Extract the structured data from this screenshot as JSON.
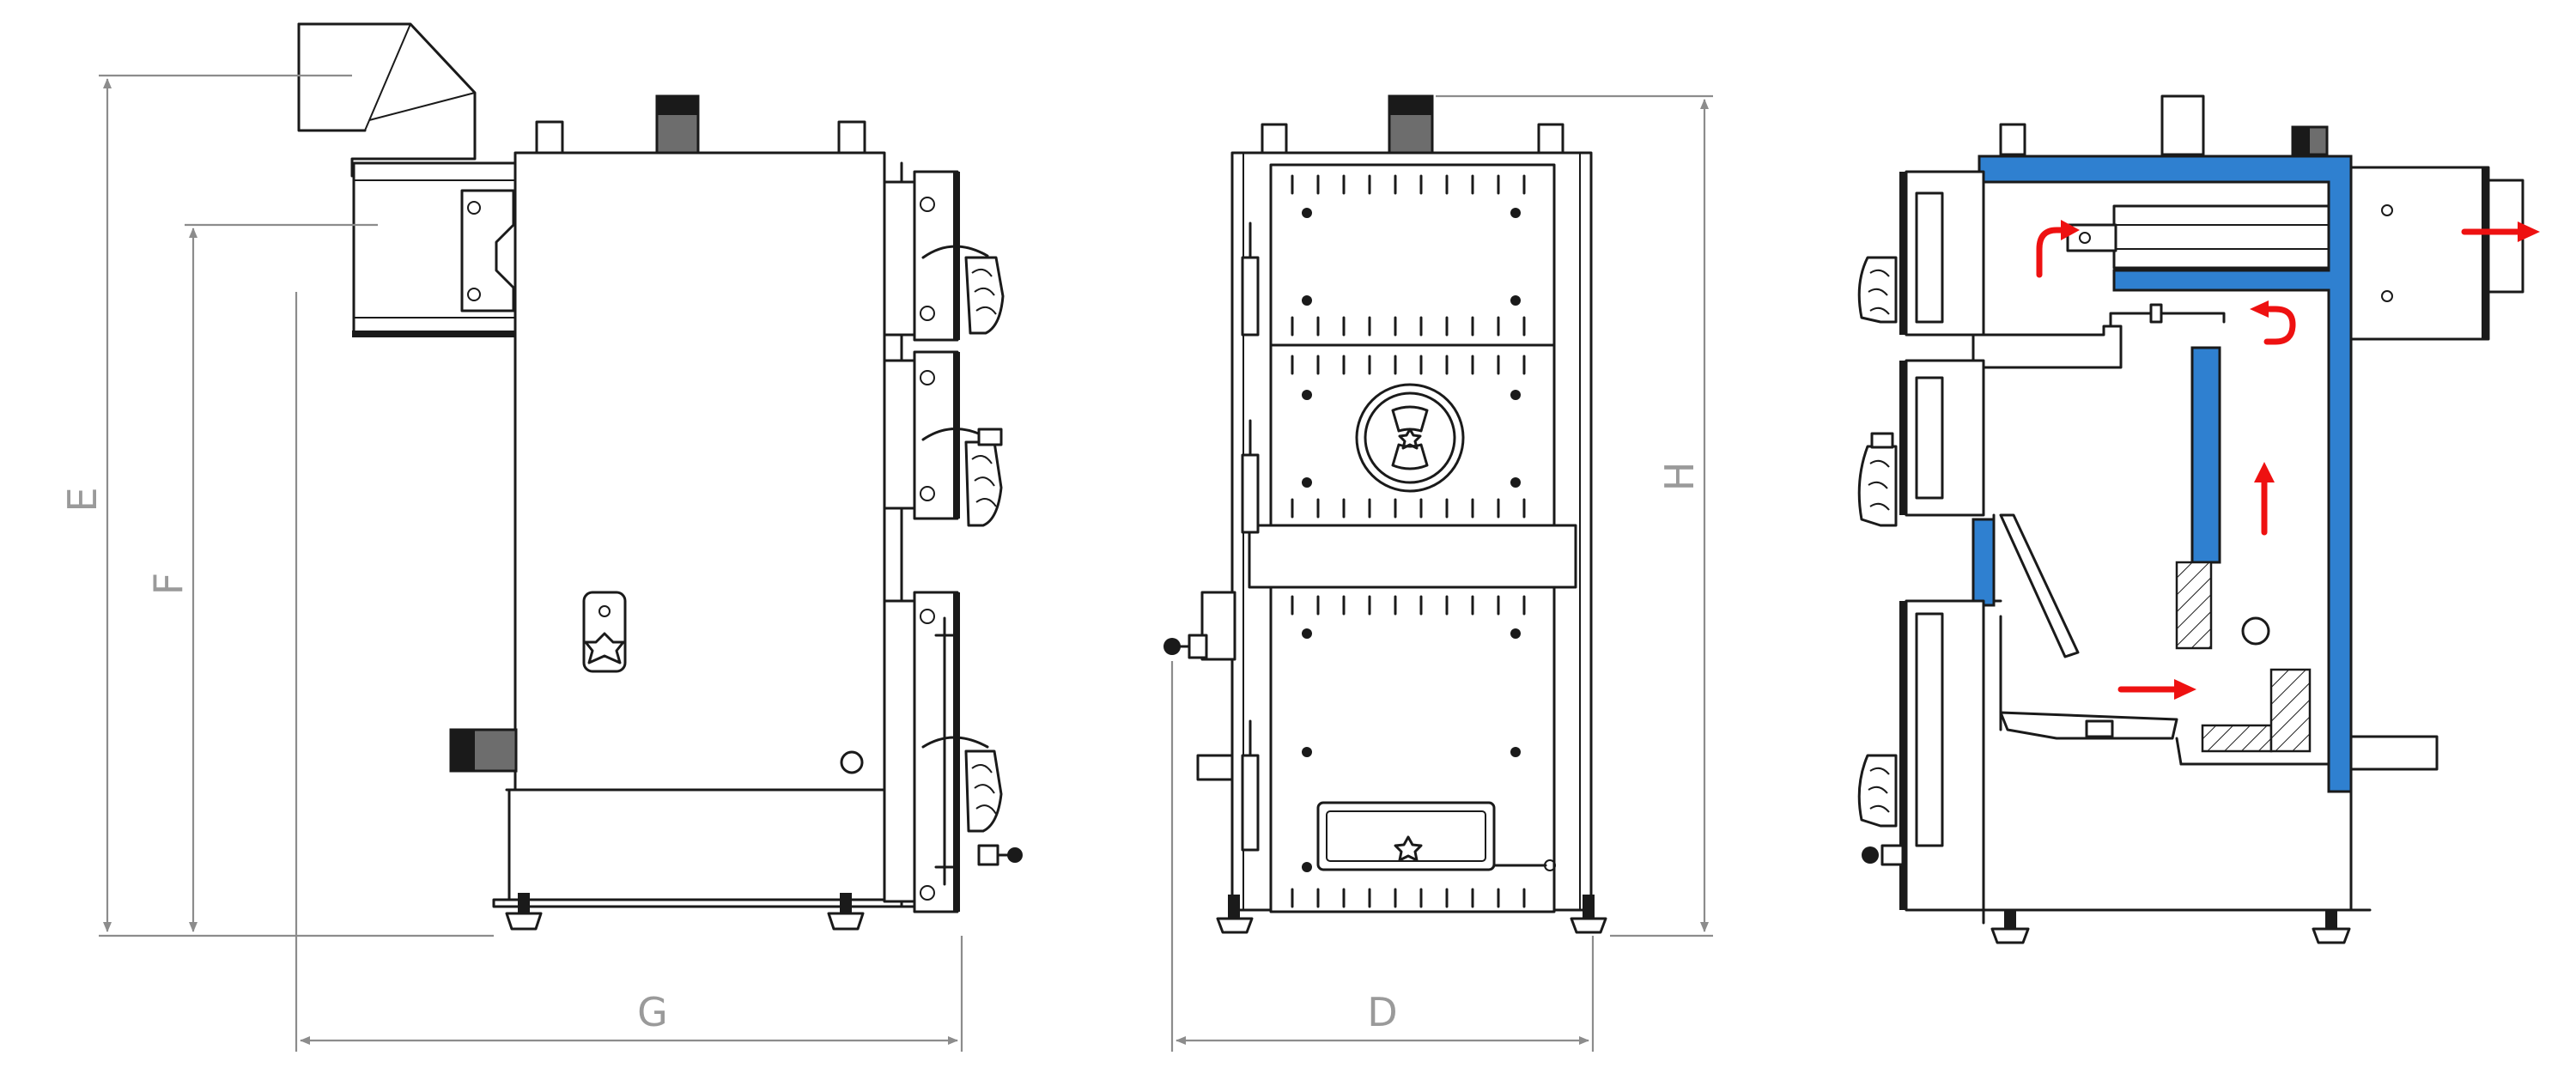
{
  "drawing": {
    "views": [
      "side-view",
      "front-view",
      "section-view"
    ],
    "colors": {
      "line": "#1a1a1a",
      "dimension": "#8c8c8c",
      "insulation": "#2f80d0",
      "flow_arrow": "#ee1111"
    },
    "dimension_labels": {
      "E": "E",
      "F": "F",
      "G": "G",
      "D": "D",
      "H": "H"
    },
    "icons": [
      "flue-elbow-icon",
      "door-handle-icon",
      "air-regulator-knob-icon",
      "flow-arrow-icon"
    ]
  }
}
